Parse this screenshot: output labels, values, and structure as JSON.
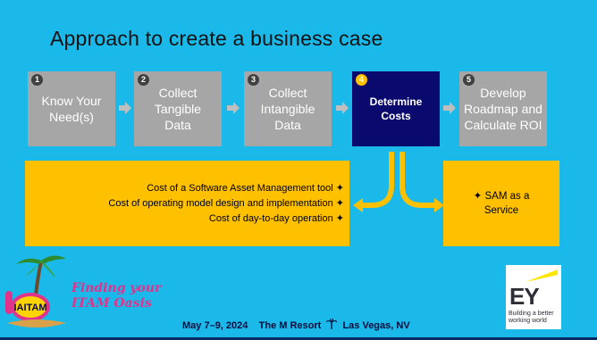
{
  "slide": {
    "title": "Approach to create a business case",
    "colors": {
      "background": "#1ab9e9",
      "step_inactive": "#a6a6a6",
      "step_active": "#0a0a6e",
      "highlight": "#ffc000"
    },
    "steps": [
      {
        "number": "1",
        "label": "Know Your\nNeed(s)",
        "active": false
      },
      {
        "number": "2",
        "label": "Collect\nTangible\nData",
        "active": false
      },
      {
        "number": "3",
        "label": "Collect\nIntangible\nData",
        "active": false
      },
      {
        "number": "4",
        "label": "Determine\nCosts",
        "active": true
      },
      {
        "number": "5",
        "label": "Develop\nRoadmap and\nCalculate ROI",
        "active": false
      }
    ],
    "cost_items": [
      "Cost of a Software Asset Management tool ✦",
      "Cost of operating model design and implementation ✦",
      "Cost of day-to-day operation ✦"
    ],
    "alternative": "✦ SAM as a\nService"
  },
  "branding": {
    "event_logo_text": "IAITAM",
    "tagline": "Finding your\nITAM Oasis",
    "footer_date": "May 7–9, 2024",
    "footer_venue": "The M Resort",
    "footer_city": "Las Vegas, NV",
    "ey_logo": "EY",
    "ey_tagline": "Building a better\nworking world"
  }
}
